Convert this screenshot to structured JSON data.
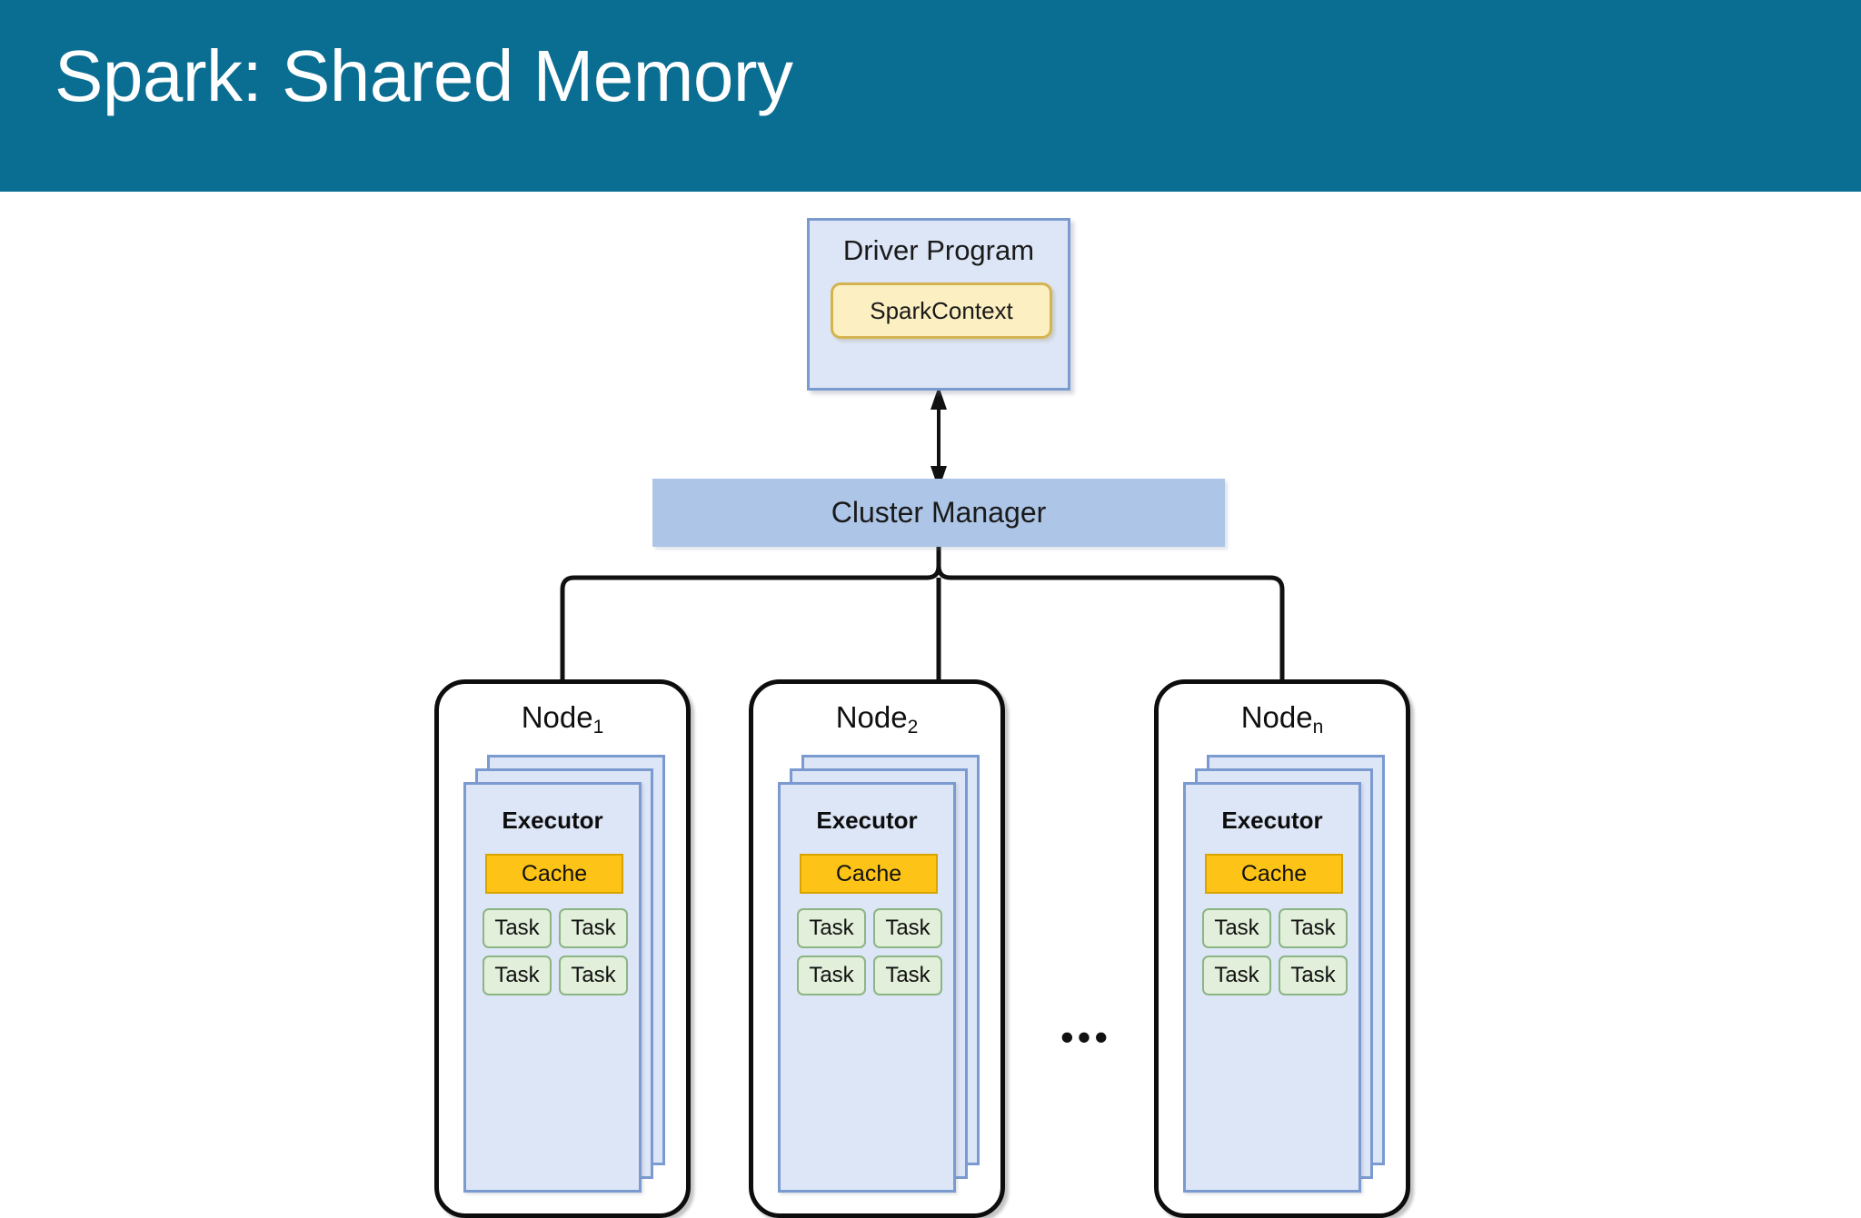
{
  "slide": {
    "title": "Spark: Shared Memory",
    "header_color": "#0a6d92",
    "background_color": "#ffffff"
  },
  "diagram": {
    "type": "spark-cluster-architecture",
    "driver": {
      "label": "Driver Program",
      "fill": "#dde6f7",
      "border": "#7b9ad0",
      "inner": {
        "label": "SparkContext",
        "fill": "#fcefc1",
        "border": "#d4b451"
      }
    },
    "cluster_manager": {
      "label": "Cluster Manager",
      "fill": "#adc5e7"
    },
    "connector_driver_to_manager": {
      "type": "double-headed-arrow",
      "color": "#111111"
    },
    "ellipsis": "•••",
    "nodes": [
      {
        "name": "Node",
        "subscript": "1",
        "executor": {
          "label": "Executor",
          "fill": "#dde6f7",
          "border": "#7b9ad0",
          "stack_count": 3,
          "cache": {
            "label": "Cache",
            "fill": "#fdc317",
            "border": "#d8a400"
          },
          "tasks": [
            {
              "label": "Task"
            },
            {
              "label": "Task"
            },
            {
              "label": "Task"
            },
            {
              "label": "Task"
            }
          ],
          "task_fill": "#e2efda",
          "task_border": "#8bb583"
        }
      },
      {
        "name": "Node",
        "subscript": "2",
        "executor": {
          "label": "Executor",
          "fill": "#dde6f7",
          "border": "#7b9ad0",
          "stack_count": 3,
          "cache": {
            "label": "Cache",
            "fill": "#fdc317",
            "border": "#d8a400"
          },
          "tasks": [
            {
              "label": "Task"
            },
            {
              "label": "Task"
            },
            {
              "label": "Task"
            },
            {
              "label": "Task"
            }
          ],
          "task_fill": "#e2efda",
          "task_border": "#8bb583"
        }
      },
      {
        "name": "Node",
        "subscript": "n",
        "executor": {
          "label": "Executor",
          "fill": "#dde6f7",
          "border": "#7b9ad0",
          "stack_count": 3,
          "cache": {
            "label": "Cache",
            "fill": "#fdc317",
            "border": "#d8a400"
          },
          "tasks": [
            {
              "label": "Task"
            },
            {
              "label": "Task"
            },
            {
              "label": "Task"
            },
            {
              "label": "Task"
            }
          ],
          "task_fill": "#e2efda",
          "task_border": "#8bb583"
        }
      }
    ]
  }
}
